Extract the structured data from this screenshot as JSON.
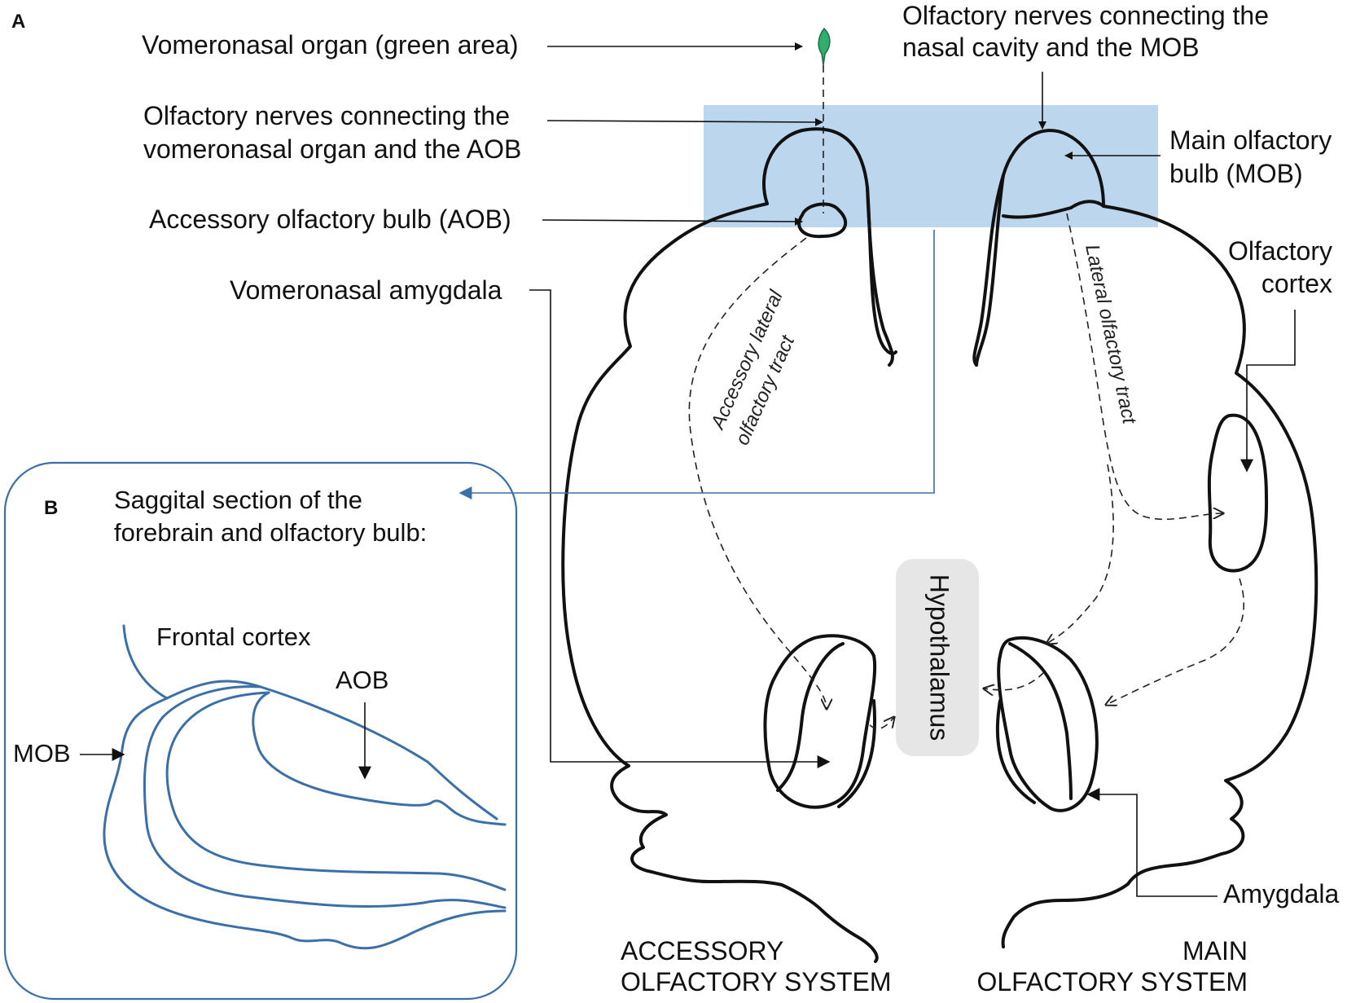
{
  "panel_a": {
    "letter": "A",
    "labels": {
      "vno": "Vomeronasal organ (green area)",
      "vno_nerves_1": "Olfactory nerves connecting the",
      "vno_nerves_2": "vomeronasal organ and the AOB",
      "aob": "Accessory olfactory bulb (AOB)",
      "vom_amygdala": "Vomeronasal amygdala",
      "mob_nerves_1": "Olfactory nerves connecting the",
      "mob_nerves_2": "nasal cavity and the MOB",
      "mob_1": "Main olfactory",
      "mob_2": "bulb (MOB)",
      "cortex_1": "Olfactory",
      "cortex_2": "cortex",
      "amygdala": "Amygdala",
      "hypothalamus": "Hypothalamus",
      "alot_1": "Accessory lateral",
      "alot_2": "olfactory tract",
      "lot": "Lateral olfactory tract",
      "acc_system_1": "ACCESSORY",
      "acc_system_2": "OLFACTORY SYSTEM",
      "main_system_1": "MAIN",
      "main_system_2": "OLFACTORY SYSTEM"
    }
  },
  "panel_b": {
    "letter": "B",
    "title_1": "Saggital section of the",
    "title_2": "forebrain and olfactory bulb:",
    "frontal_cortex": "Frontal cortex",
    "aob": "AOB",
    "mob": "MOB"
  },
  "colors": {
    "highlight": "#bcd6ee",
    "vno_green": "#2fae6e",
    "panel_b_stroke": "#3a6fa8",
    "hypothalamus_fill": "#e6e6e6"
  }
}
